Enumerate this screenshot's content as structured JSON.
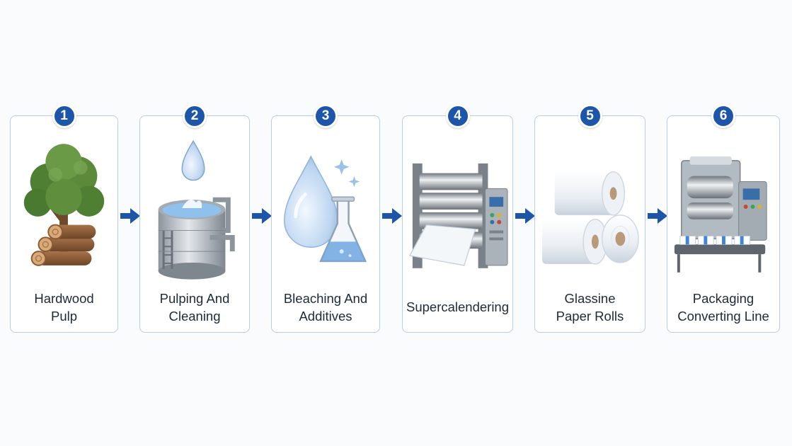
{
  "steps": [
    {
      "number": "1",
      "line1": "Hardwood",
      "line2": "Pulp",
      "icon": "tree-and-logs-icon"
    },
    {
      "number": "2",
      "line1": "Pulping And",
      "line2": "Cleaning",
      "icon": "water-tank-icon"
    },
    {
      "number": "3",
      "line1": "Bleaching And",
      "line2": "Additives",
      "icon": "drop-and-flask-icon"
    },
    {
      "number": "4",
      "line1": "Supercalendering",
      "line2": "",
      "icon": "calender-rollers-icon"
    },
    {
      "number": "5",
      "line1": "Glassine",
      "line2": "Paper Rolls",
      "icon": "paper-rolls-icon"
    },
    {
      "number": "6",
      "line1": "Packaging",
      "line2": "Converting Line",
      "icon": "converting-machine-icon"
    }
  ],
  "colors": {
    "accent": "#1d56a8",
    "card_border": "#b9cde3",
    "text": "#1e2a3a"
  }
}
